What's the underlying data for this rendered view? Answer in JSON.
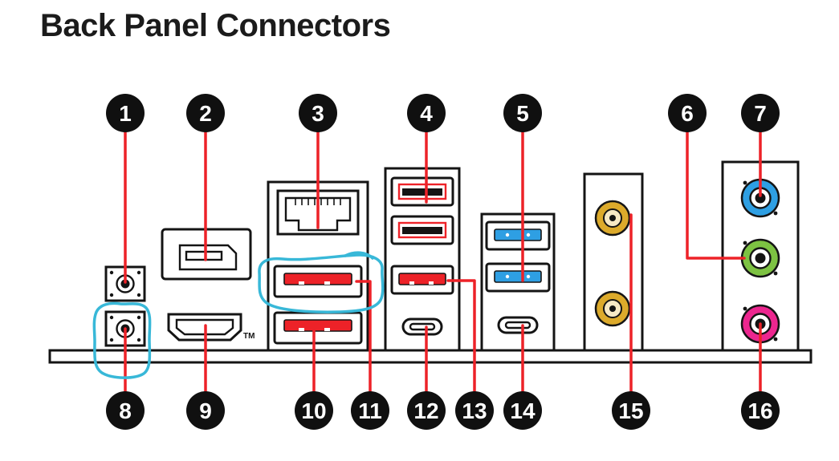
{
  "title": "Back Panel Connectors",
  "labels": {
    "hdmi_trademark": "TM"
  },
  "colors": {
    "leader_line": "#ed2228",
    "usb_red": "#ed2228",
    "usb_blue": "#2e9fe3",
    "usb2_black": "#141414",
    "antenna_gold": "#dcaa2b",
    "antenna_gold_light": "#f6e9c5",
    "audio_line_in_blue": "#2e9fe3",
    "audio_line_out_green": "#7dc242",
    "audio_mic_pink": "#ec268f",
    "annotation_cyan": "#38b8d8",
    "callout_black": "#101010",
    "outline_black": "#141414"
  },
  "callouts": [
    {
      "n": "1",
      "target": "button-top"
    },
    {
      "n": "2",
      "target": "displayport"
    },
    {
      "n": "3",
      "target": "lan-port"
    },
    {
      "n": "4",
      "target": "usb2-ports"
    },
    {
      "n": "5",
      "target": "usb-blue-ports"
    },
    {
      "n": "6",
      "target": "audio-line-out-jack"
    },
    {
      "n": "7",
      "target": "audio-line-in-jack"
    },
    {
      "n": "8",
      "target": "button-bottom"
    },
    {
      "n": "9",
      "target": "hdmi-port"
    },
    {
      "n": "10",
      "target": "usb-red-port-lower"
    },
    {
      "n": "11",
      "target": "usb-red-port-upper"
    },
    {
      "n": "12",
      "target": "usb-c-port-left"
    },
    {
      "n": "13",
      "target": "usb-red-port-right"
    },
    {
      "n": "14",
      "target": "usb-c-port-right"
    },
    {
      "n": "15",
      "target": "wifi-antenna-connectors"
    },
    {
      "n": "16",
      "target": "audio-mic-jack"
    }
  ],
  "annotations": [
    {
      "type": "hand-drawn-loop",
      "target": "button-bottom"
    },
    {
      "type": "hand-drawn-loop",
      "target": "usb-red-port-upper"
    }
  ]
}
